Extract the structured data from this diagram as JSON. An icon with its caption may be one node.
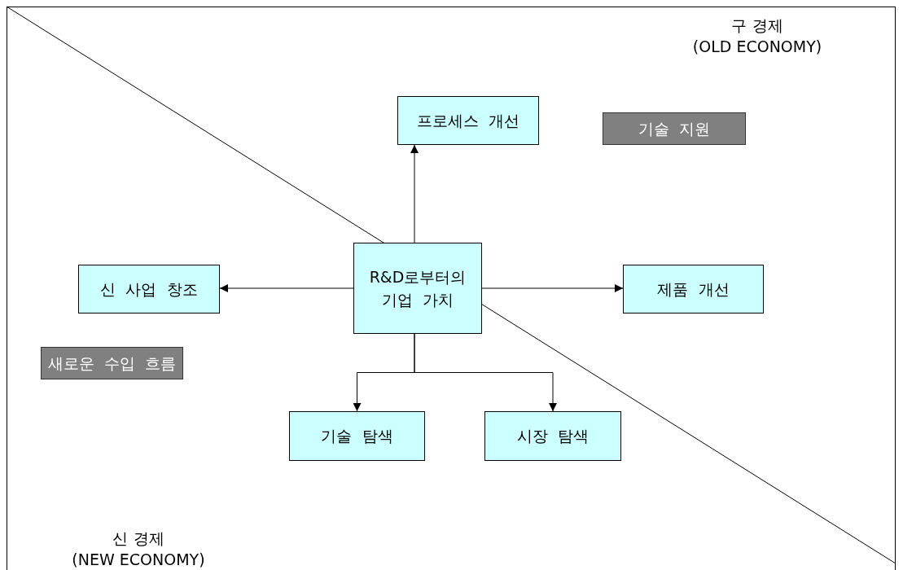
{
  "diagram": {
    "nodes": [
      {
        "text": [
          "프로세스 개선"
        ]
      },
      {
        "text": [
          "기술 지원"
        ]
      },
      {
        "text": [
          "R&D로부터의 기업 가치"
        ]
      },
      {
        "text": [
          "신 사업 창조"
        ]
      },
      {
        "text": [
          "제품 개선"
        ]
      },
      {
        "text": [
          "새로운 수입 흐름"
        ]
      },
      {
        "text": [
          "기술 탐색"
        ]
      },
      {
        "text": [
          "시장 탐색"
        ]
      }
    ],
    "edges": [
      {
        "from": 2,
        "to": 0,
        "arrow": "to"
      },
      {
        "from": 2,
        "to": 3,
        "arrow": "to"
      },
      {
        "from": 2,
        "to": 4,
        "arrow": "to"
      },
      {
        "from": 2,
        "to": 6,
        "arrow": "to"
      },
      {
        "from": 2,
        "to": 7,
        "arrow": "to"
      }
    ],
    "labels": [
      "구 경제",
      "(OLD ECONOMY)",
      "신 경제",
      "(NEW ECONOMY)"
    ]
  }
}
